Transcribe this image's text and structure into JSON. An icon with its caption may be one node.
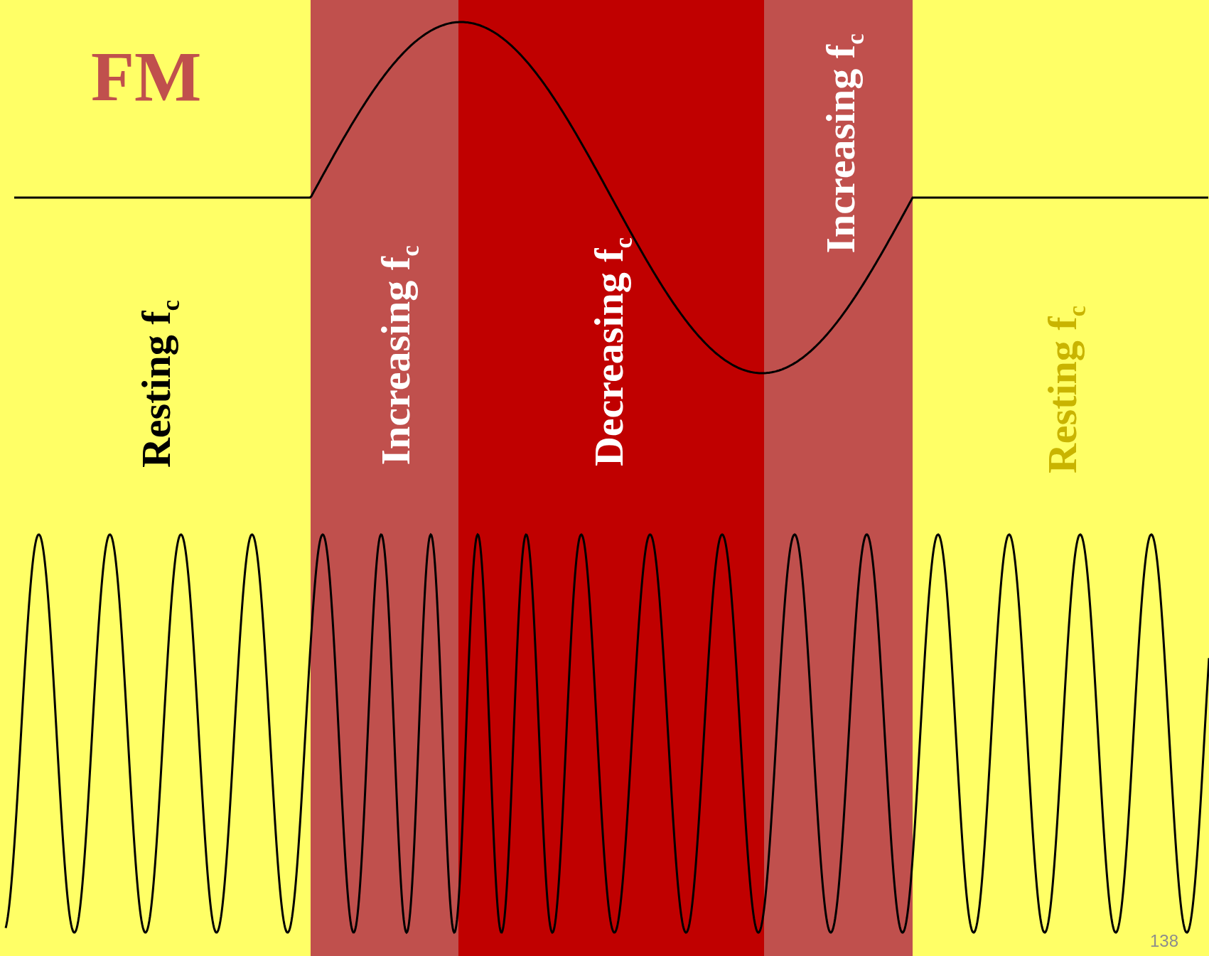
{
  "diagram": {
    "title": "FM",
    "nodes": [
      {
        "text": [
          "Resting f$_{c}$"
        ]
      },
      {
        "text": [
          "Increasing f$_{c}$"
        ]
      },
      {
        "text": [
          "Decreasing f$_{c}$"
        ]
      },
      {
        "text": [
          "Increasing f$_{c}$"
        ]
      },
      {
        "text": [
          "Resting f$_{c}$"
        ]
      }
    ],
    "labels": [
      "138"
    ]
  }
}
